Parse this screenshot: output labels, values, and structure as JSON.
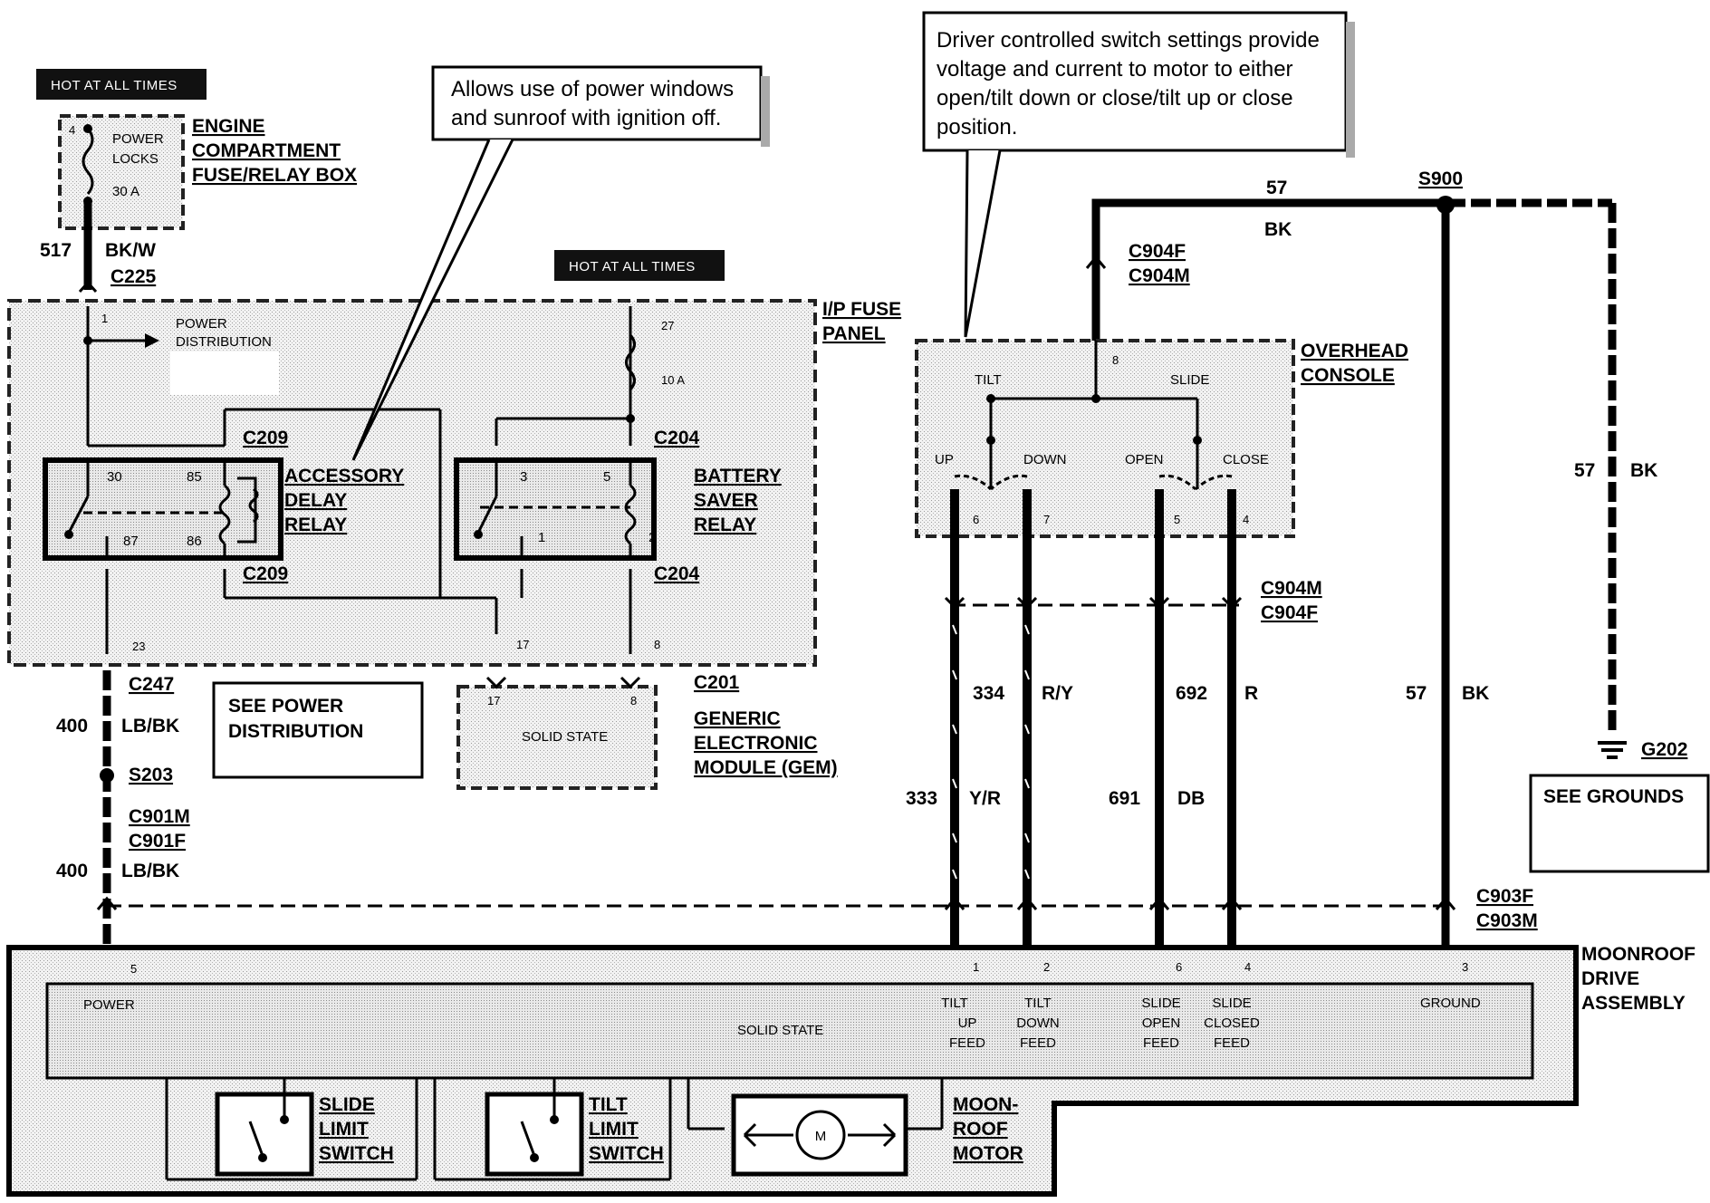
{
  "banners": {
    "hot_engine": "HOT AT ALL TIMES",
    "hot_ip": "HOT AT ALL TIMES"
  },
  "engine_fuse_box": {
    "label": [
      "ENGINE",
      "COMPARTMENT",
      "FUSE/RELAY BOX"
    ],
    "fuse_pin": "4",
    "fuse_name": [
      "POWER",
      "LOCKS"
    ],
    "fuse_rating": "30 A"
  },
  "wire_517": {
    "circuit": "517",
    "color": "BK/W",
    "connector": "C225"
  },
  "callouts": {
    "ignition_off": [
      "Allows use of power windows",
      "and sunroof with ignition off."
    ],
    "driver_switch": [
      "Driver controlled switch settings provide",
      "voltage and current to motor to either",
      "open/tilt down or close/tilt up or close",
      "position."
    ]
  },
  "ip_fuse_panel": {
    "label": [
      "I/P FUSE",
      "PANEL"
    ],
    "power_distribution": [
      "POWER",
      "DISTRIBUTION"
    ],
    "pin_1": "1",
    "fuse_pin": "27",
    "fuse_rating": "10 A",
    "accessory_relay": {
      "label": [
        "ACCESSORY",
        "DELAY",
        "RELAY"
      ],
      "pins": [
        "30",
        "85",
        "87",
        "86"
      ],
      "connector": "C209"
    },
    "battery_relay": {
      "label": [
        "BATTERY",
        "SAVER",
        "RELAY"
      ],
      "pins": [
        "3",
        "5",
        "1",
        "2"
      ],
      "connector": "C204"
    },
    "out_pins": [
      "23",
      "17",
      "8"
    ]
  },
  "gem": {
    "label": [
      "GENERIC",
      "ELECTRONIC",
      "MODULE (GEM)"
    ],
    "connector": "C201",
    "pins": [
      "17",
      "8"
    ],
    "body": "SOLID STATE"
  },
  "left_harness": {
    "c247": "C247",
    "circuit_400a": "400",
    "color_a": "LB/BK",
    "s203": "S203",
    "c901m": "C901M",
    "c901f": "C901F",
    "circuit_400b": "400",
    "color_b": "LB/BK",
    "see_power": [
      "SEE POWER",
      "DISTRIBUTION"
    ]
  },
  "overhead_console": {
    "label": [
      "OVERHEAD",
      "CONSOLE"
    ],
    "pin_top": "8",
    "tilt": "TILT",
    "slide": "SLIDE",
    "up": "UP",
    "down": "DOWN",
    "open": "OPEN",
    "close": "CLOSE",
    "pins": [
      "6",
      "7",
      "5",
      "4"
    ]
  },
  "top_wire": {
    "circuit": "57",
    "color": "BK",
    "splice": "S900",
    "c904f": "C904F",
    "c904m": "C904M"
  },
  "mid_connectors": {
    "m": "C904M",
    "f": "C904F"
  },
  "wires": {
    "w334": "334",
    "w334c": "R/Y",
    "w692": "692",
    "w692c": "R",
    "w57": "57",
    "w57c": "BK",
    "w333": "333",
    "w333c": "Y/R",
    "w691": "691",
    "w691c": "DB",
    "ground57": "57",
    "ground57c": "BK"
  },
  "ground": {
    "name": "G202",
    "see": "SEE GROUNDS"
  },
  "bottom_connectors": {
    "f": "C903F",
    "m": "C903M"
  },
  "moonroof": {
    "label": [
      "MOONROOF",
      "DRIVE",
      "ASSEMBLY"
    ],
    "pins": [
      "5",
      "1",
      "2",
      "6",
      "4",
      "3"
    ],
    "power": "POWER",
    "solid_state": "SOLID STATE",
    "tilt_up": [
      "TILT",
      "UP",
      "FEED"
    ],
    "tilt_down": [
      "TILT",
      "DOWN",
      "FEED"
    ],
    "slide_open": [
      "SLIDE",
      "OPEN",
      "FEED"
    ],
    "slide_closed": [
      "SLIDE",
      "CLOSED",
      "FEED"
    ],
    "ground": "GROUND",
    "slide_limit": [
      "SLIDE",
      "LIMIT",
      "SWITCH"
    ],
    "tilt_limit": [
      "TILT",
      "LIMIT",
      "SWITCH"
    ],
    "motor": [
      "MOON-",
      "ROOF",
      "MOTOR"
    ],
    "motor_glyph": "M"
  }
}
